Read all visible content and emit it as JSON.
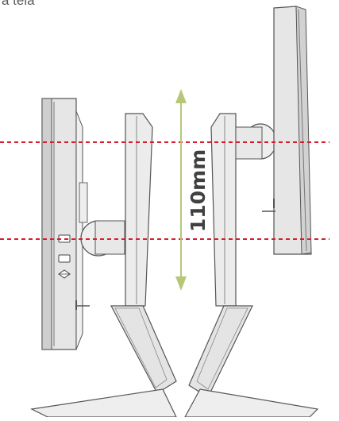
{
  "header": {
    "caption_fragment": "a tela"
  },
  "measurement": {
    "label": "110mm",
    "value": 110,
    "unit": "mm"
  },
  "colors": {
    "outline": "#555555",
    "fill_light": "#eeeeee",
    "fill_mid": "#d9d9d9",
    "guide_line": "#d4202f",
    "arrow": "#b7c77a",
    "label": "#404040",
    "background": "#ffffff"
  },
  "icons": {
    "port_usb_1": "usb-port-icon",
    "port_usb_2": "usb-port-icon",
    "port_sd": "sd-card-slot-icon"
  }
}
